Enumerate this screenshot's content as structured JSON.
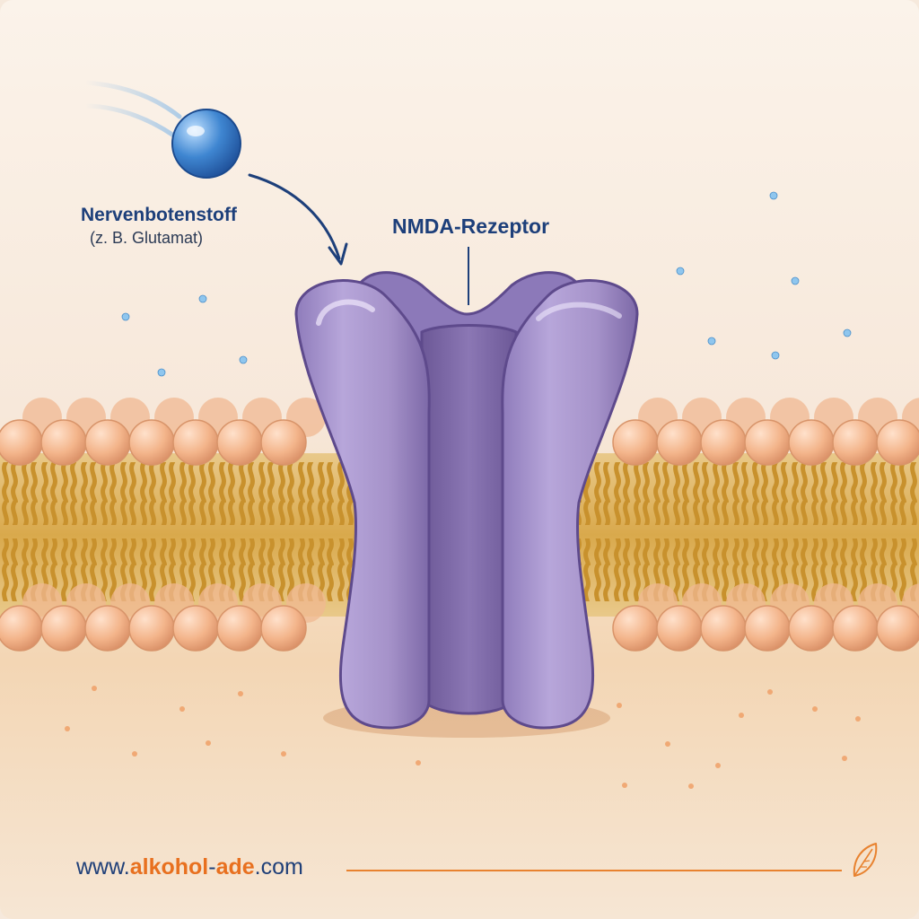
{
  "labels": {
    "neurotransmitter_title": "Nervenbotenstoff",
    "neurotransmitter_example": "(z. B. Glutamat)",
    "receptor_title": "NMDA-Rezeptor"
  },
  "footer": {
    "url_prefix": "www.",
    "url_brand_a": "alkohol",
    "url_separator": "-",
    "url_brand_b": "ade",
    "url_suffix": ".com",
    "icon": "leaf-icon"
  },
  "colors": {
    "background": "#f6e9dc",
    "receptor": "#a592c9",
    "receptor_shadow": "#7d69a8",
    "lipid_head": "#f1b48c",
    "lipid_tail": "#e0b14a",
    "molecule": "#3b78c4",
    "label_blue": "#1d3f7a",
    "brand_orange": "#e8701f"
  }
}
